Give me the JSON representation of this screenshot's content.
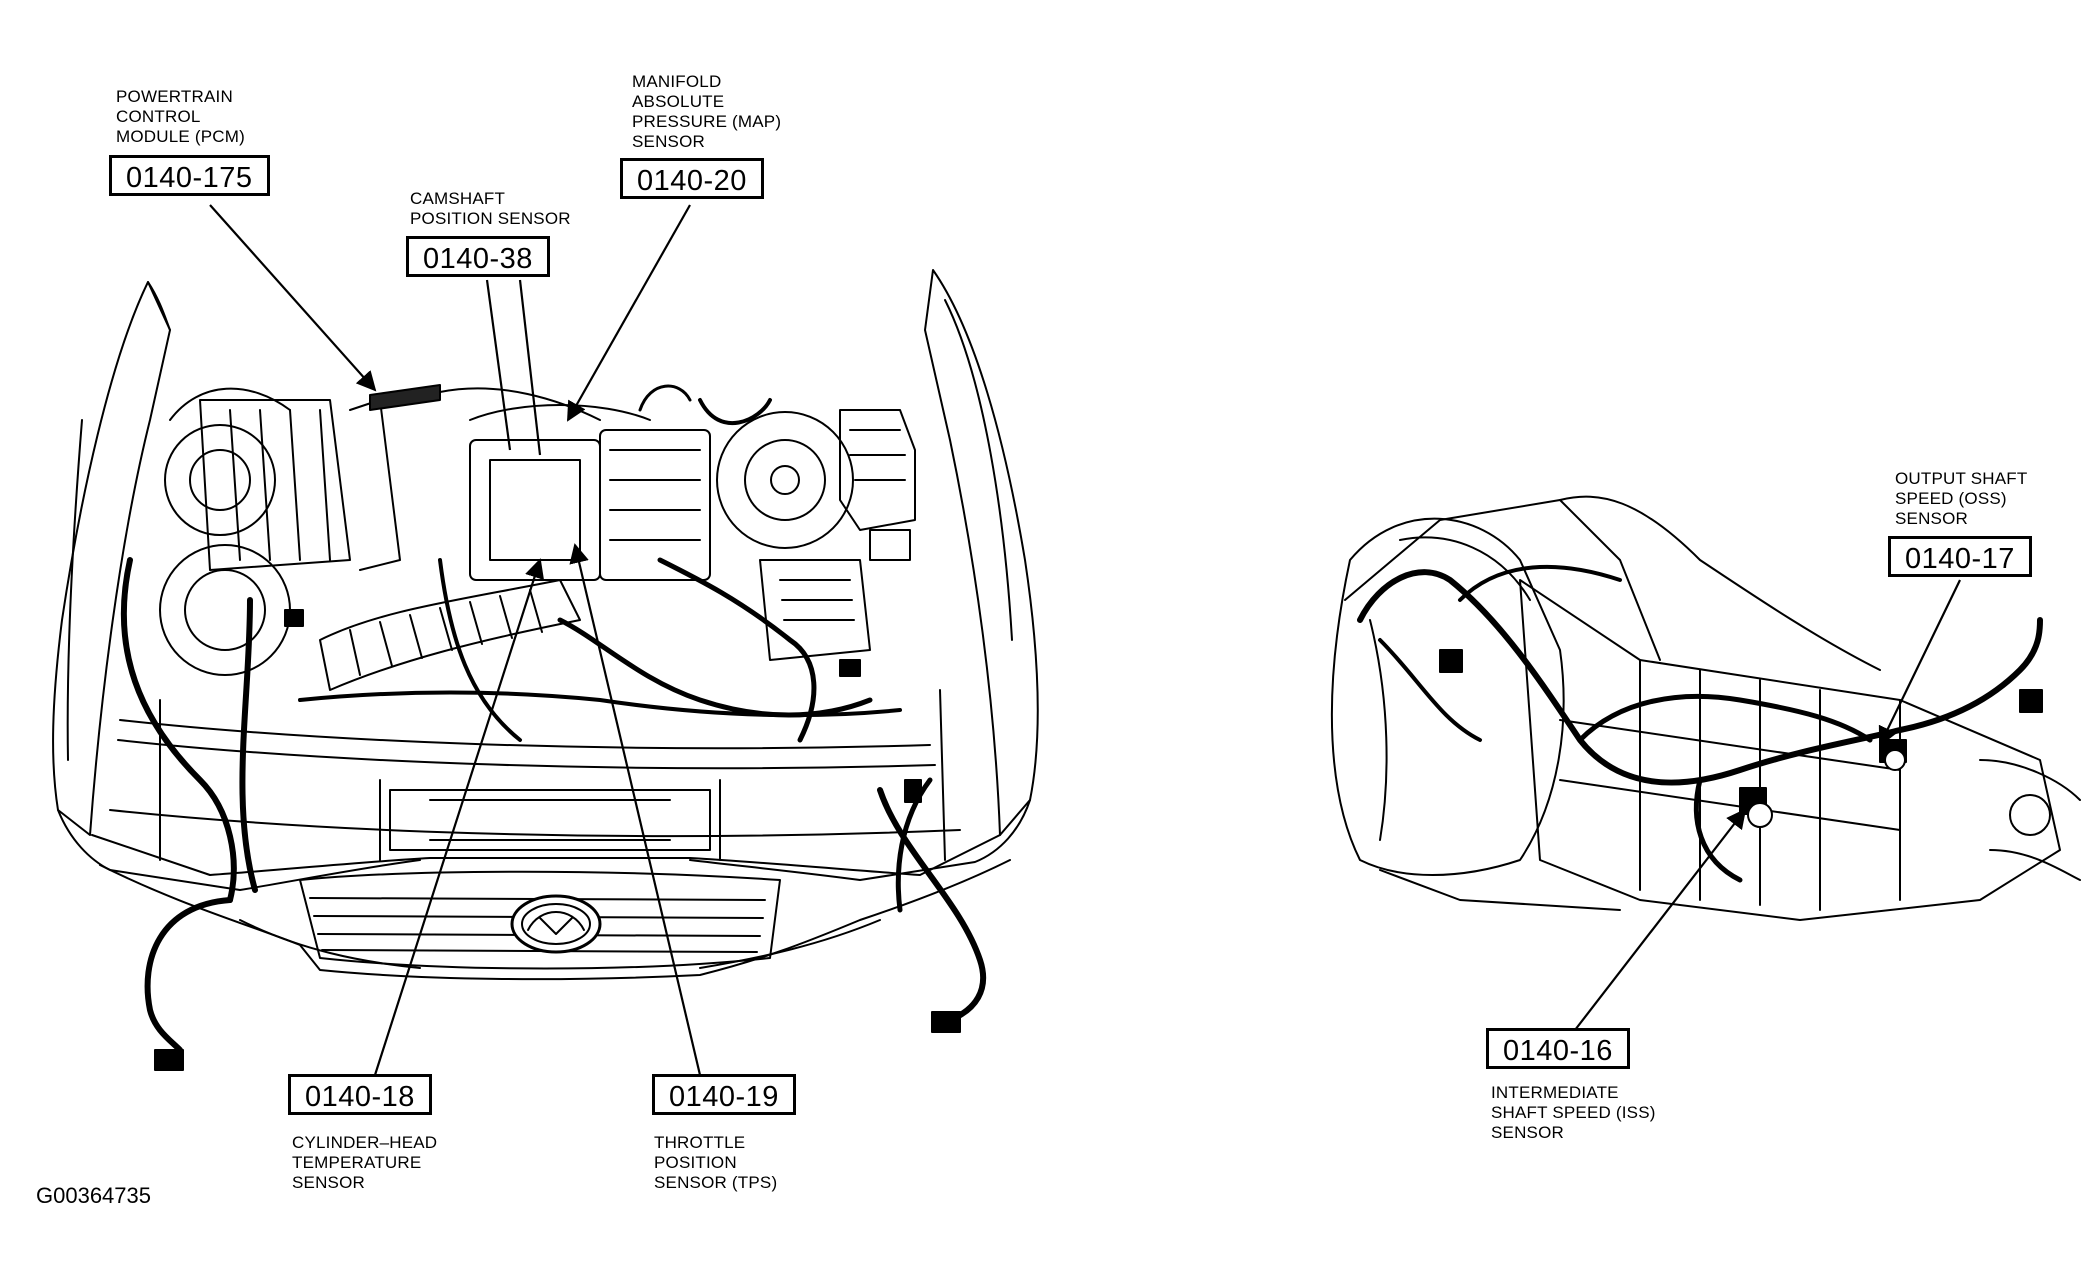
{
  "figure_code": "G00364735",
  "callouts": {
    "pcm": {
      "name_lines": [
        "POWERTRAIN",
        "CONTROL",
        "MODULE (PCM)"
      ],
      "code": "0140-175"
    },
    "map": {
      "name_lines": [
        "MANIFOLD",
        "ABSOLUTE",
        "PRESSURE (MAP)",
        "SENSOR"
      ],
      "code": "0140-20"
    },
    "cmp": {
      "name_lines": [
        "CAMSHAFT",
        "POSITION SENSOR"
      ],
      "code": "0140-38"
    },
    "cht": {
      "name_lines": [
        "CYLINDER–HEAD",
        "TEMPERATURE",
        "SENSOR"
      ],
      "code": "0140-18"
    },
    "tps": {
      "name_lines": [
        "THROTTLE",
        "POSITION",
        "SENSOR (TPS)"
      ],
      "code": "0140-19"
    },
    "oss": {
      "name_lines": [
        "OUTPUT SHAFT",
        "SPEED (OSS)",
        "SENSOR"
      ],
      "code": "0140-17"
    },
    "iss": {
      "name_lines": [
        "INTERMEDIATE",
        "SHAFT SPEED (ISS)",
        "SENSOR"
      ],
      "code": "0140-16"
    }
  }
}
